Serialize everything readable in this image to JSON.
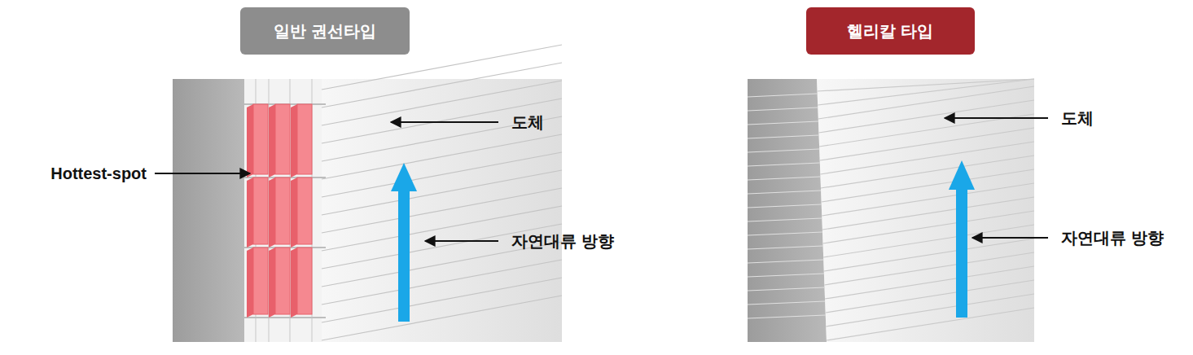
{
  "diagram": {
    "nodes": [
      {
        "text": [
          "일반 권선타입"
        ]
      },
      {
        "text": [
          "헬리칼 타입"
        ]
      }
    ],
    "labels": [
      "도체",
      "Hottest-spot",
      "자연대류 방향",
      "도체",
      "자연대류 방향"
    ]
  }
}
